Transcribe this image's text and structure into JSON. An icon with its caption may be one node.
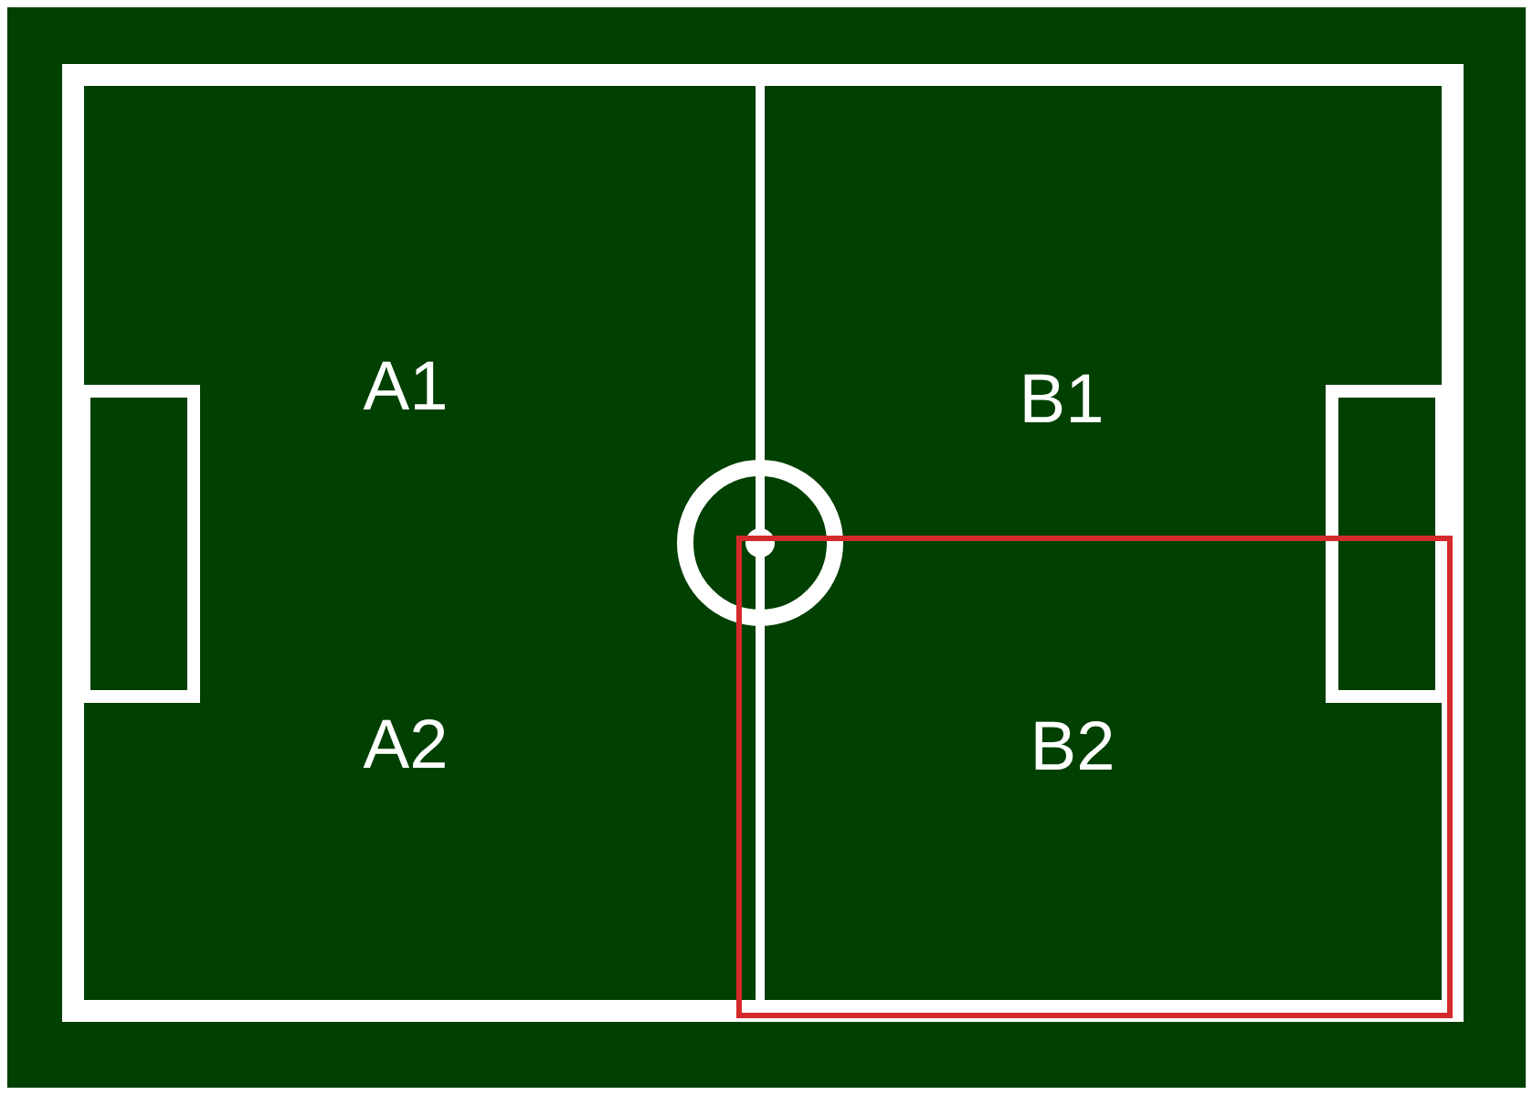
{
  "diagram": {
    "nodes": [
      {
        "text": [
          "B2"
        ]
      }
    ],
    "labels": [
      "A1",
      "B1",
      "A2"
    ]
  }
}
